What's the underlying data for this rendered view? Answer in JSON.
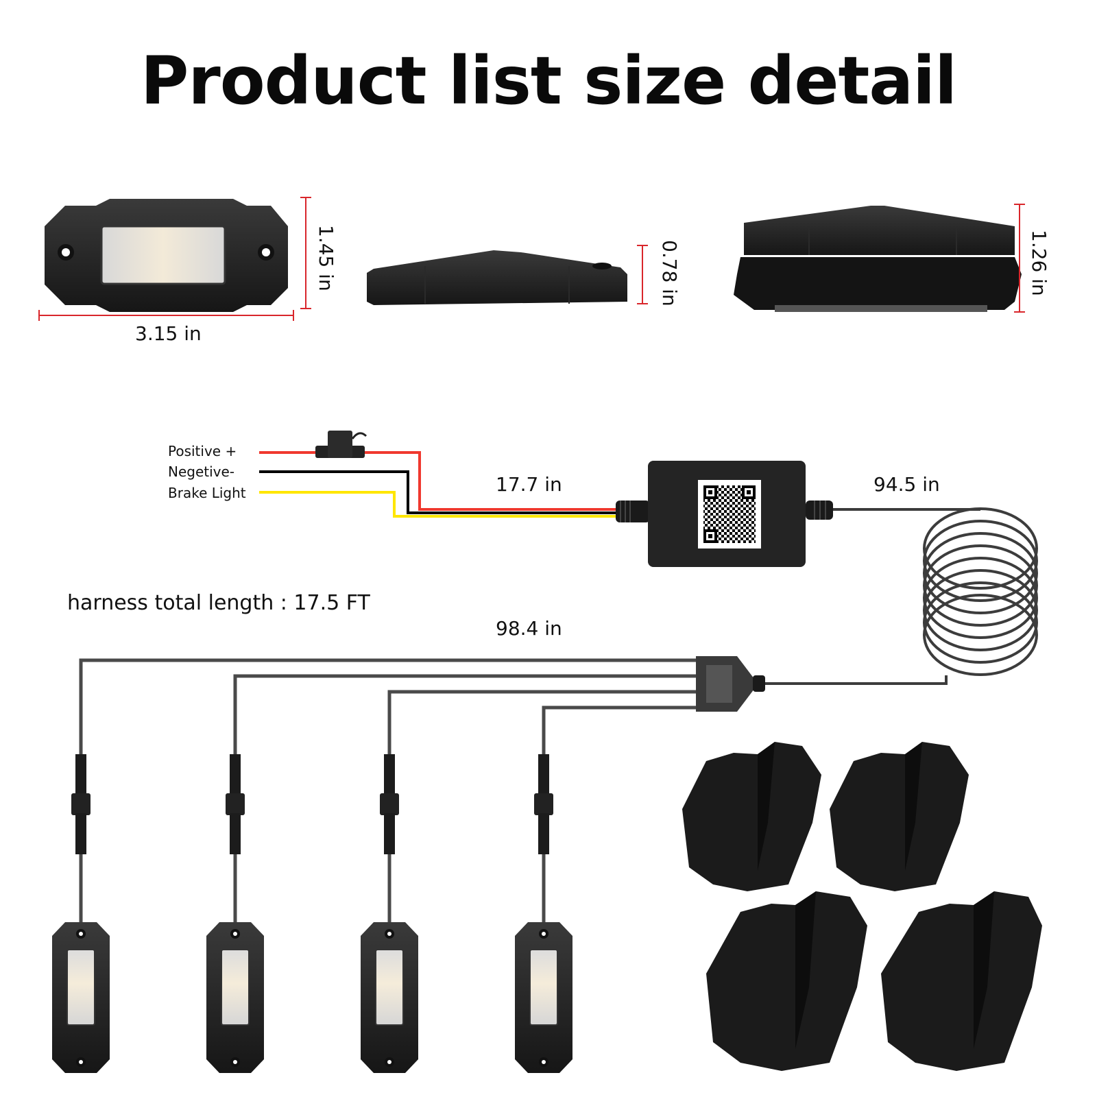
{
  "title": "Product list size detail",
  "top_views": {
    "front_view": {
      "width_label": "3.15 in",
      "height_label": "1.45 in"
    },
    "side_view": {
      "height_label": "0.78 in"
    },
    "side_view_with_bracket": {
      "height_label": "1.26 in"
    }
  },
  "wiring": {
    "inputs": [
      {
        "label": "Positive +",
        "color": "#f0382e"
      },
      {
        "label": "Negetive-",
        "color": "#000000"
      },
      {
        "label": "Brake Light",
        "color": "#ffe600"
      }
    ],
    "input_length_label": "17.7 in",
    "controller_output_length_label": "94.5 in",
    "harness_total_length": "harness total length : 17.5 FT",
    "branch_length_label": "98.4 in"
  },
  "components": {
    "controller": "controller-box-with-qr-code",
    "fuse": "inline-fuse-holder",
    "splitter": "4-way-splitter",
    "lights_count": 4,
    "brackets_count": 4
  },
  "colors": {
    "dimension_line": "#d9262b",
    "product_dark": "#1e1e1e",
    "cable_gray": "#4a4a4a"
  }
}
